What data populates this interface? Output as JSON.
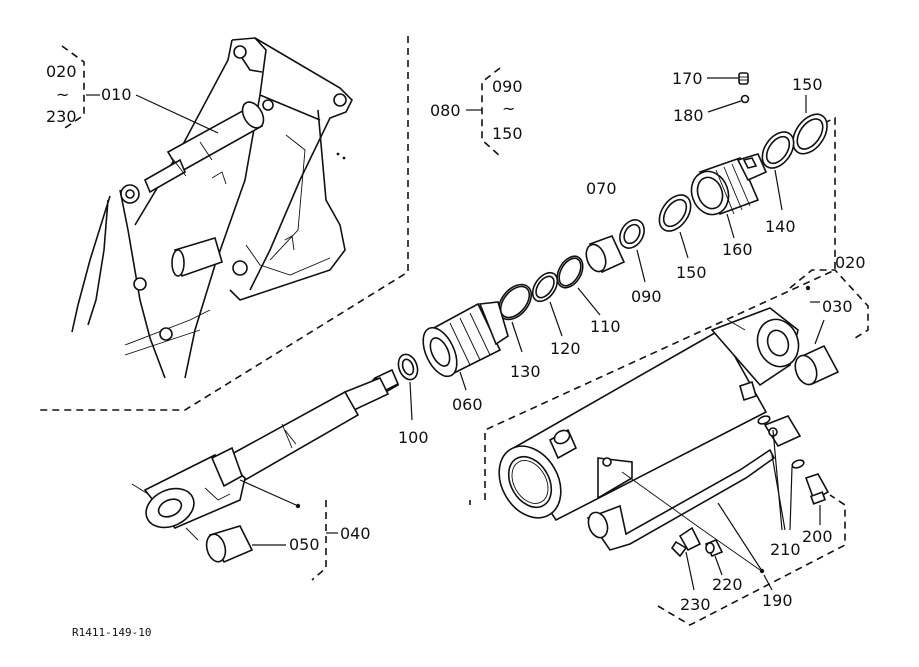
{
  "labels": {
    "range_a_top": "020",
    "range_a_tilde": "~",
    "range_a_bottom": "230",
    "p010": "010",
    "p080": "080",
    "range_b_top": "090",
    "range_b_tilde": "~",
    "range_b_bottom": "150",
    "p170": "170",
    "p180": "180",
    "p150_top": "150",
    "p070": "070",
    "p140": "140",
    "p160": "160",
    "p150_mid": "150",
    "p090": "090",
    "p110": "110",
    "p120": "120",
    "p130": "130",
    "p060": "060",
    "p100": "100",
    "p020": "020",
    "p030": "030",
    "p040": "040",
    "p050": "050",
    "p210": "210",
    "p200": "200",
    "p220": "220",
    "p230": "230",
    "p190": "190"
  },
  "figure_code": "R1411-149-10"
}
